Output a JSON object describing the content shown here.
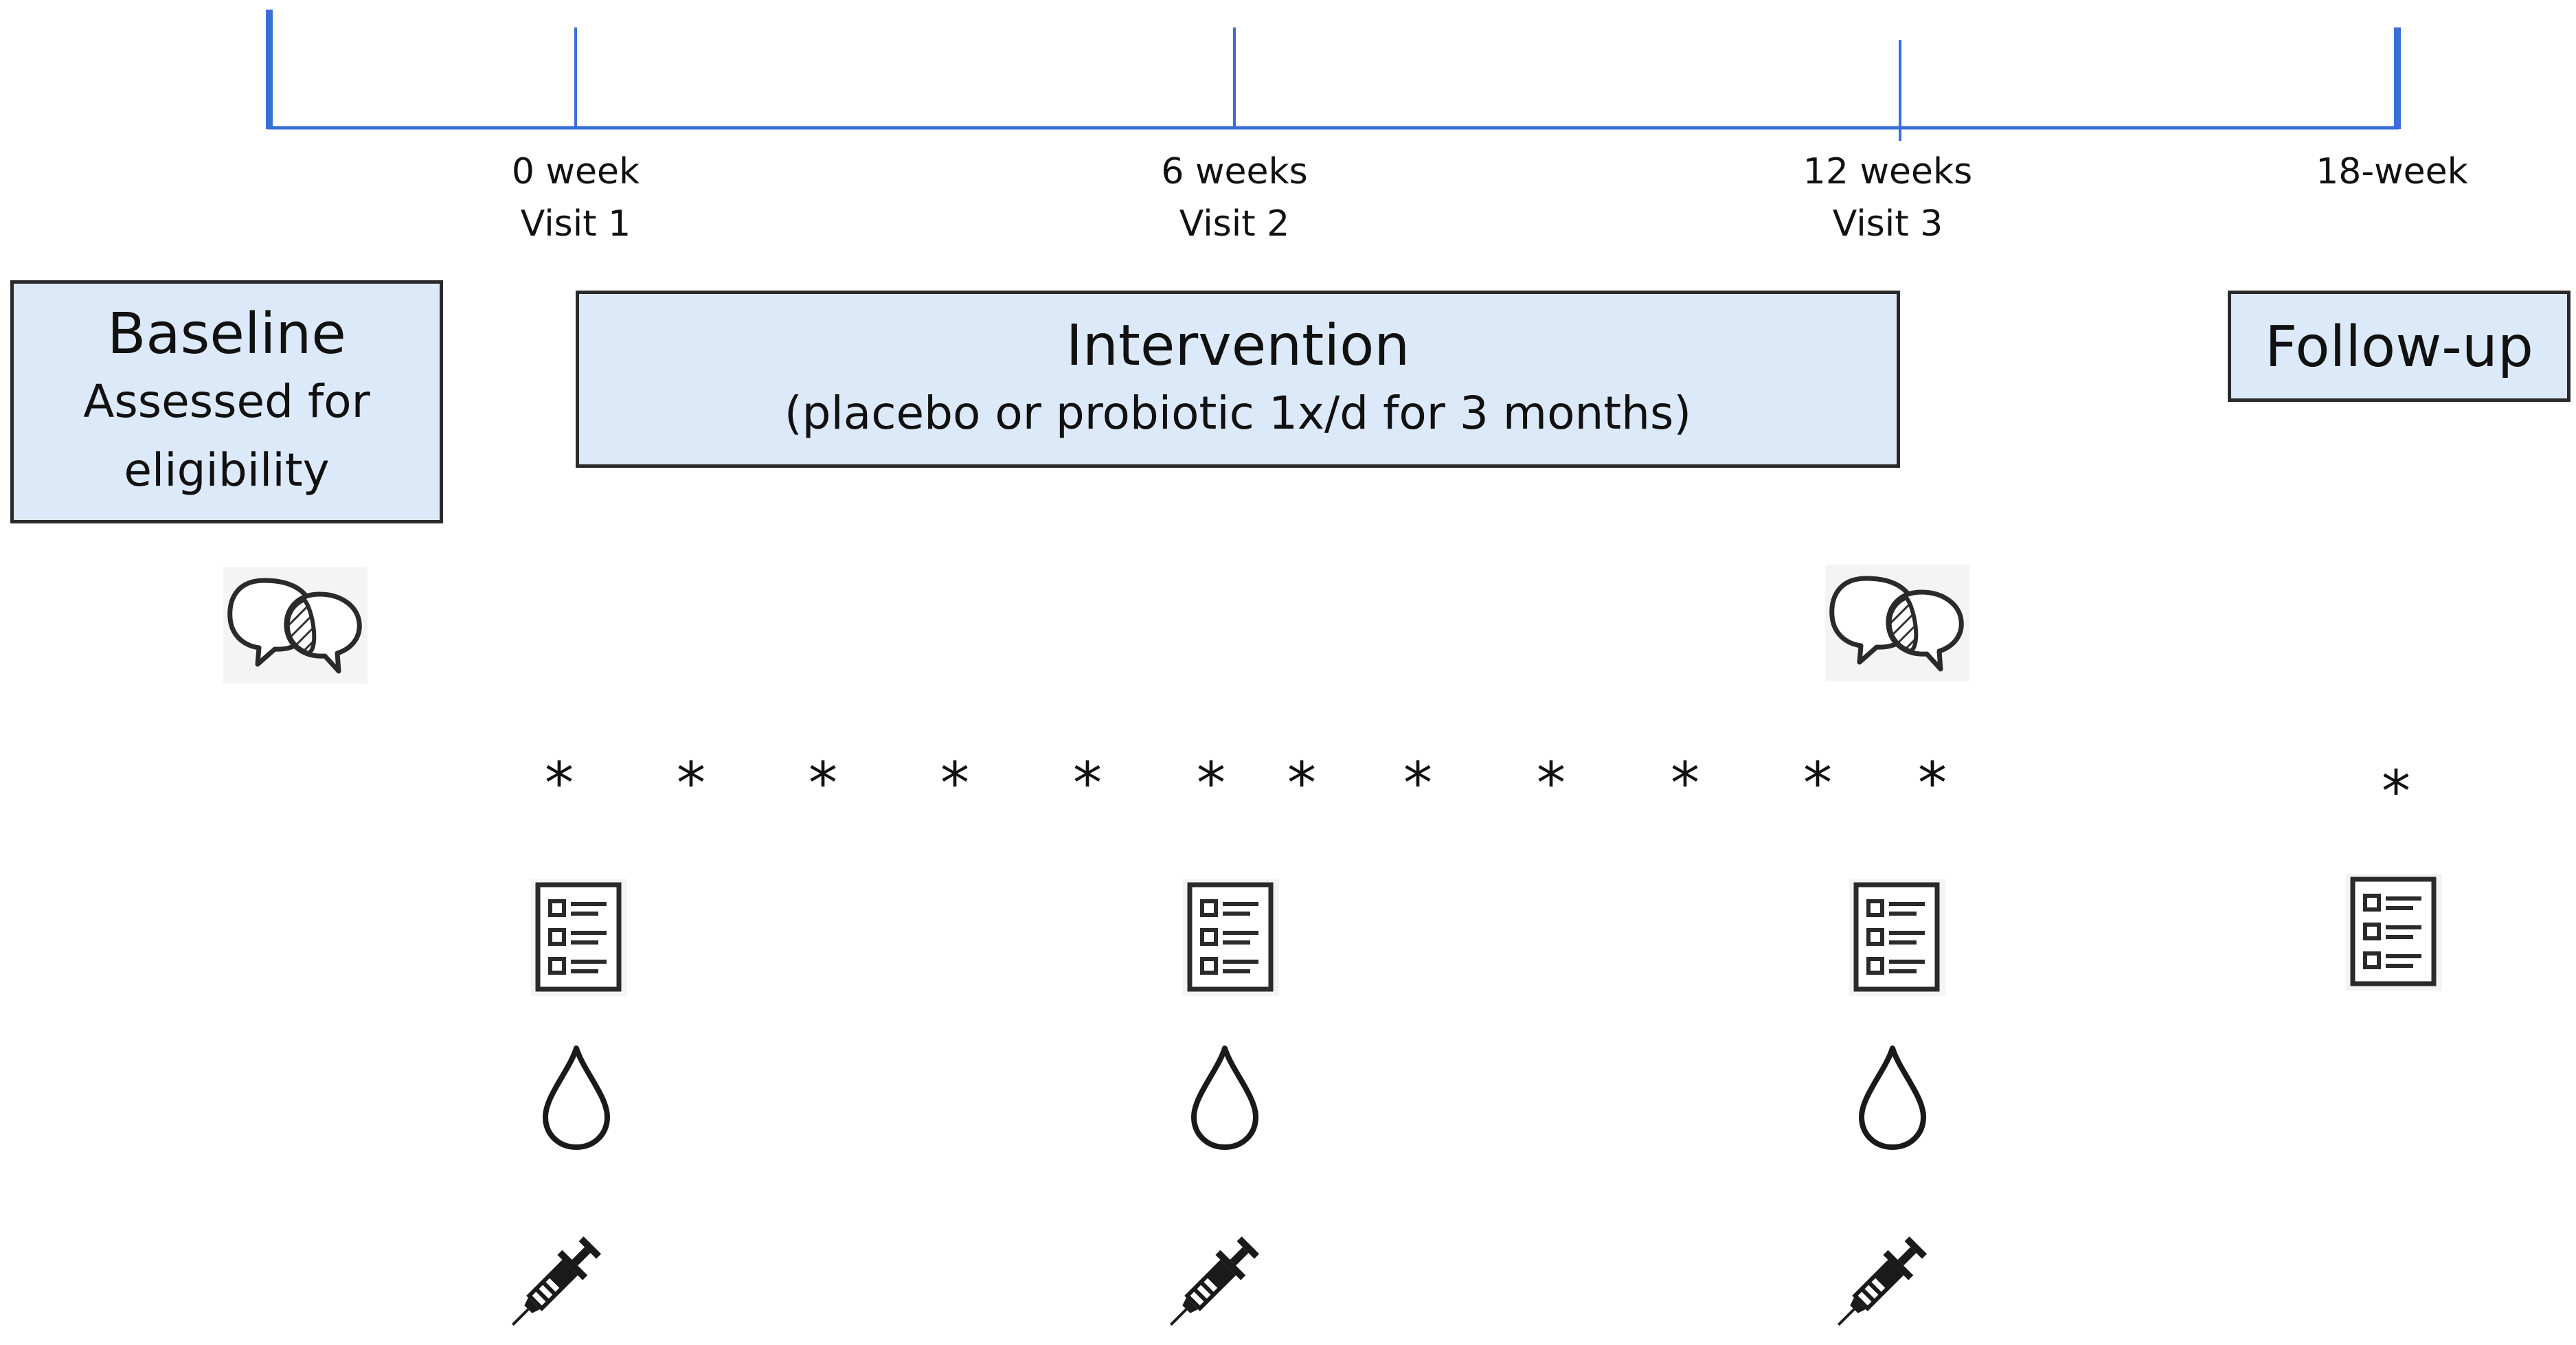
{
  "timeline": {
    "ticks": [
      {
        "id": "week-0",
        "line1": "0 week",
        "line2": "Visit 1"
      },
      {
        "id": "week-6",
        "line1": "6 weeks",
        "line2": "Visit 2"
      },
      {
        "id": "week-12",
        "line1": "12 weeks",
        "line2": "Visit 3"
      },
      {
        "id": "week-18",
        "line1": "18-week",
        "line2": ""
      }
    ],
    "axis_color": "#3a6fd8"
  },
  "phases": {
    "baseline": {
      "title": "Baseline",
      "line2": "Assessed for",
      "line3": "eligibility"
    },
    "intervention": {
      "title": "Intervention",
      "subtitle": "(placebo or probiotic 1x/d for 3 months)"
    },
    "followup": {
      "title": "Follow-up"
    },
    "box_fill": "#dce9f8"
  },
  "markers": {
    "star_symbol": "*"
  },
  "icons": {
    "interview": "speech-bubbles-icon",
    "questionnaire": "checklist-icon",
    "sample": "drop-icon",
    "injection": "syringe-icon"
  }
}
